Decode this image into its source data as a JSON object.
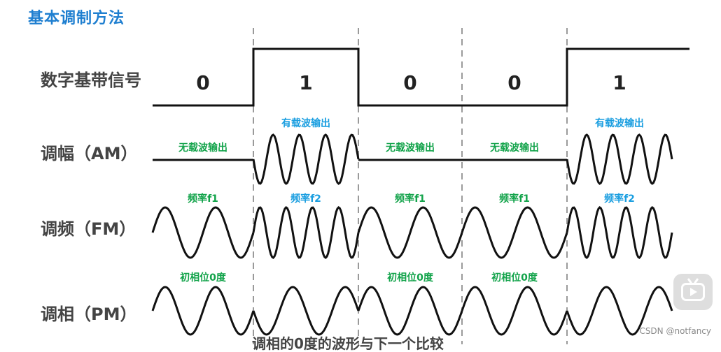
{
  "title": "基本调制方法",
  "rows": {
    "digital": "数字基带信号",
    "am": "调幅（AM）",
    "fm": "调频（FM）",
    "pm": "调相（PM）"
  },
  "bits": [
    "0",
    "1",
    "0",
    "0",
    "1"
  ],
  "am_notes": [
    "无载波输出",
    "有载波输出",
    "无载波输出",
    "无载波输出",
    "有载波输出"
  ],
  "fm_notes": [
    "频率f1",
    "频率f2",
    "频率f1",
    "频率f1",
    "频率f2"
  ],
  "pm_notes": [
    "初相位0度",
    "初相位0度",
    "初相位0度"
  ],
  "colors": {
    "title": "#1f7fd0",
    "green_note": "#12a34a",
    "blue_note": "#1a9ee0",
    "wave": "#111111",
    "divider": "#9a9a9a"
  },
  "watermark": "CSDN @notfancy",
  "subtitle_partial": "调相的0度的波形与下一个比较",
  "icon": "bilibili-play-icon"
}
